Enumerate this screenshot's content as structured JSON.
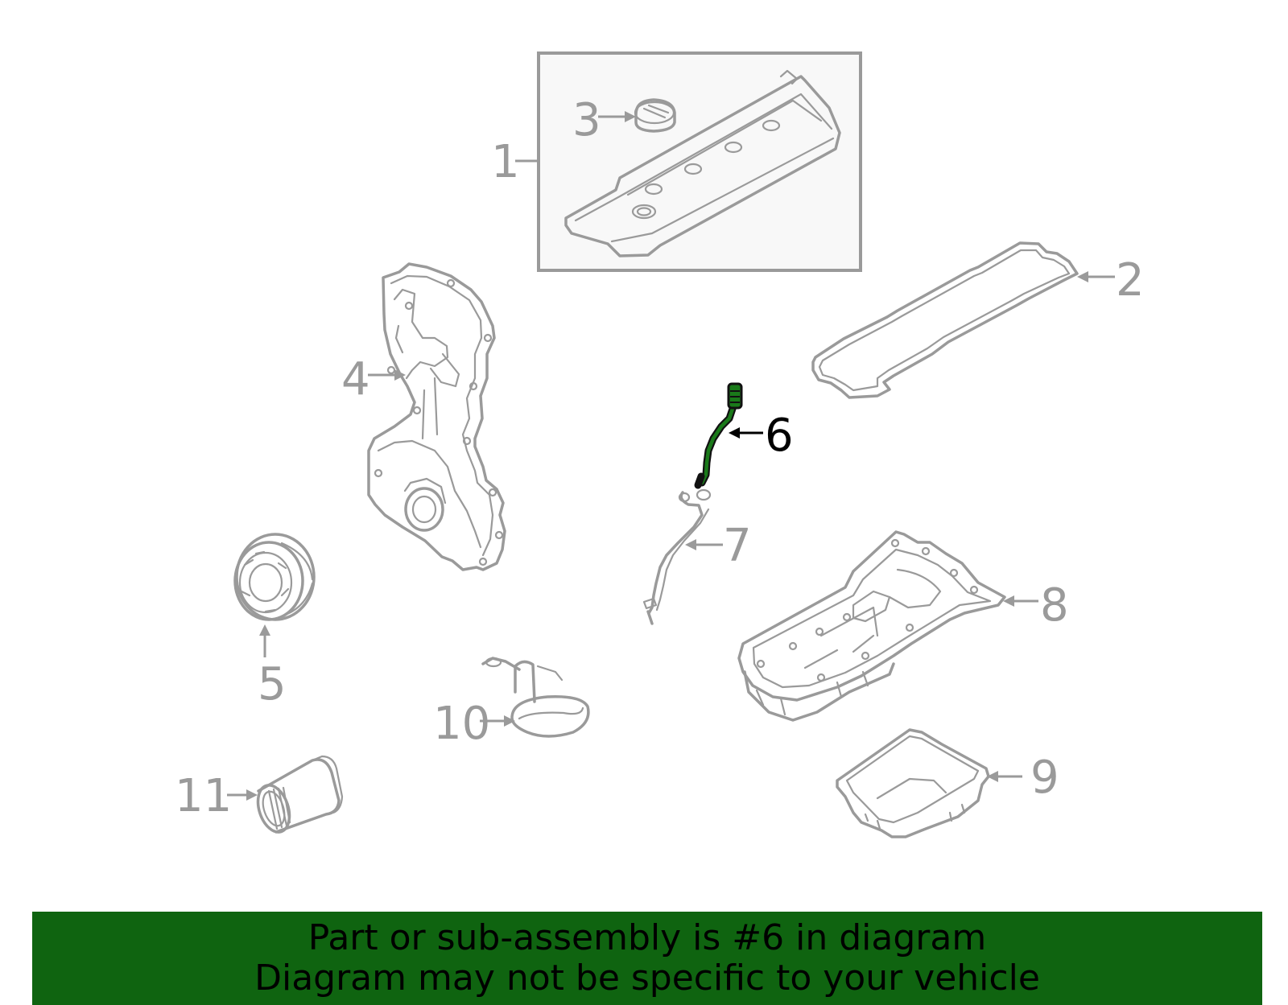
{
  "colors": {
    "part_stroke": "#9a9a9a",
    "highlight": "#1a7a1a",
    "banner_bg": "#0f6410",
    "box_fill": "#f8f8f8"
  },
  "callouts": {
    "c1": "1",
    "c2": "2",
    "c3": "3",
    "c4": "4",
    "c5": "5",
    "c6": "6",
    "c7": "7",
    "c8": "8",
    "c9": "9",
    "c10": "10",
    "c11": "11"
  },
  "highlighted_part": "6",
  "banner": {
    "line1": "Part or sub-assembly is #6 in diagram",
    "line2": "Diagram may not be specific to your vehicle"
  }
}
